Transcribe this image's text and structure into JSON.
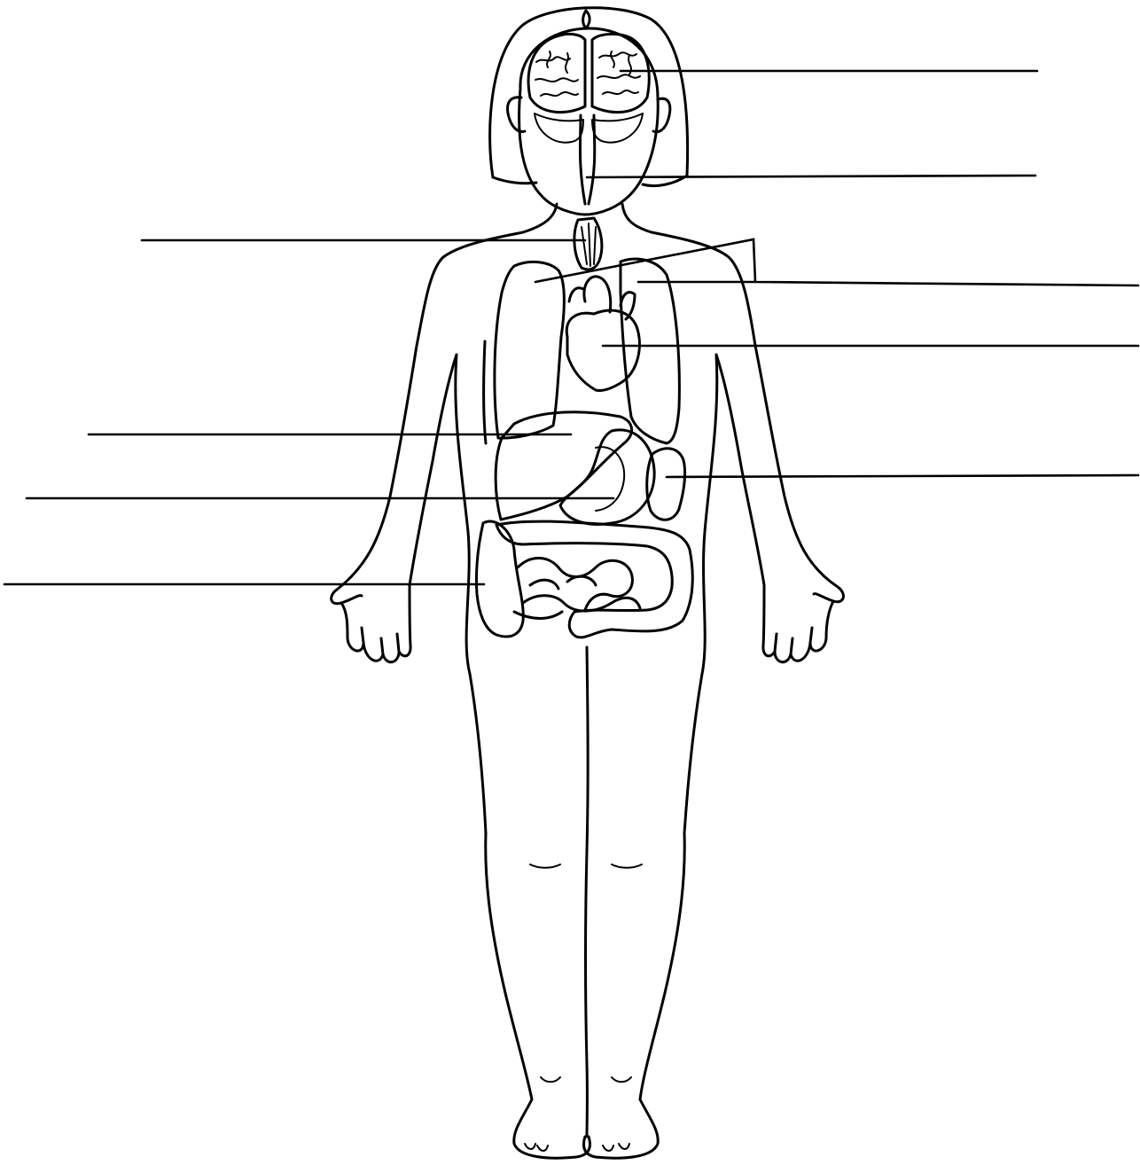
{
  "diagram": {
    "title": "",
    "labels": [
      {
        "key": "brain",
        "text": ""
      },
      {
        "key": "spinal_cord",
        "text": ""
      },
      {
        "key": "esophagus",
        "text": ""
      },
      {
        "key": "lungs",
        "text": ""
      },
      {
        "key": "heart",
        "text": ""
      },
      {
        "key": "liver",
        "text": ""
      },
      {
        "key": "stomach",
        "text": ""
      },
      {
        "key": "kidney",
        "text": ""
      },
      {
        "key": "intestines",
        "text": ""
      }
    ],
    "colors": {
      "ink": "#000000",
      "background": "#ffffff"
    }
  }
}
